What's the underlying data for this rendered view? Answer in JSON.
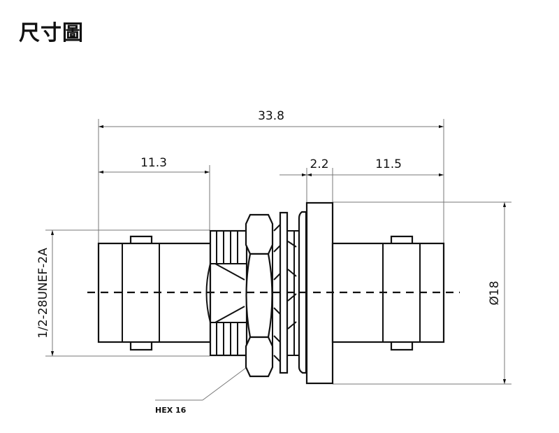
{
  "title": "尺寸圖",
  "dimensions": {
    "overall_length": "33.8",
    "left_length": "11.3",
    "flange_thickness": "2.2",
    "right_length": "11.5",
    "diameter": "Ø18",
    "thread": "1/2-28UNEF-2A",
    "hex": "HEX 16"
  }
}
